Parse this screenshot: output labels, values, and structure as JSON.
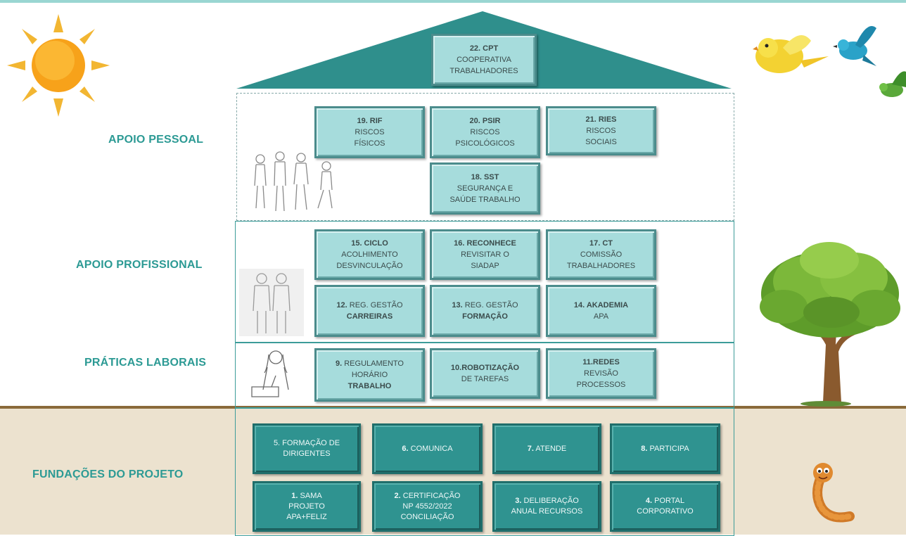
{
  "labels": {
    "apoio_pessoal": "APOIO PESSOAL",
    "apoio_profissional": "APOIO PROFISSIONAL",
    "praticas_laborais": "PRÁTICAS LABORAIS",
    "fundacoes": "FUNDAÇÕES DO PROJETO"
  },
  "roof_box": {
    "num": "22. CPT",
    "l1": "COOPERATIVA",
    "l2": "TRABALHADORES"
  },
  "pessoal": {
    "b19": {
      "num": "19. RIF",
      "l1": "RISCOS",
      "l2": "FÍSICOS"
    },
    "b20": {
      "num": "20. PSIR",
      "l1": "RISCOS",
      "l2": "PSICOLÓGICOS"
    },
    "b21": {
      "num": "21. RIES",
      "l1": "RISCOS",
      "l2": "SOCIAIS"
    },
    "b18": {
      "num": "18. SST",
      "l1": "SEGURANÇA E",
      "l2": "SAÚDE TRABALHO"
    }
  },
  "profissional": {
    "b15": {
      "num": "15. CICLO",
      "l1": "ACOLHIMENTO",
      "l2": "DESVINCULAÇÃO"
    },
    "b16": {
      "num": "16. RECONHECE",
      "l1": "REVISITAR O",
      "l2": "SIADAP"
    },
    "b17": {
      "num": "17. CT",
      "l1": "COMISSÃO",
      "l2": "TRABALHADORES"
    },
    "b12": {
      "num": "12.",
      "l1": "REG. GESTÃO",
      "l2": "CARREIRAS"
    },
    "b13": {
      "num": "13.",
      "l1": "REG. GESTÃO",
      "l2": "FORMAÇÃO"
    },
    "b14": {
      "l1": "14. AKADEMIA",
      "l2": "APA"
    }
  },
  "praticas": {
    "b9": {
      "num": "9.",
      "l1": "REGULAMENTO",
      "l2": "HORÁRIO",
      "l3": "TRABALHO"
    },
    "b10": {
      "l1": "10.ROBOTIZAÇÃO",
      "l2": "DE TAREFAS"
    },
    "b11": {
      "num": "11.REDES",
      "l1": "REVISÃO",
      "l2": "PROCESSOS"
    }
  },
  "fundacoes": {
    "b5": {
      "l1": "5. FORMAÇÃO DE",
      "l2": "DIRIGENTES"
    },
    "b6": {
      "num": "6.",
      "l1": "COMUNICA"
    },
    "b7": {
      "num": "7.",
      "l1": "ATENDE"
    },
    "b8": {
      "num": "8.",
      "l1": "PARTICIPA"
    },
    "b1": {
      "num": "1.",
      "l1": "SAMA",
      "l2": "PROJETO",
      "l3": "APA+FELIZ"
    },
    "b2": {
      "num": "2.",
      "l1": "CERTIFICAÇÃO",
      "l2": "NP 4552/2022",
      "l3": "CONCILIAÇÃO"
    },
    "b3": {
      "num": "3.",
      "l1": "DELIBERAÇÃO",
      "l2": "ANUAL RECURSOS"
    },
    "b4": {
      "num": "4.",
      "l1": "PORTAL",
      "l2": "CORPORATIVO"
    }
  },
  "colors": {
    "teal": "#2f9390",
    "light_teal": "#a6dcdc",
    "label": "#2c9a94",
    "ground": "#ece2cf"
  },
  "icons": [
    "sun-icon",
    "birds-icon",
    "tree-icon",
    "worm-icon",
    "people-sketch-icon",
    "colleagues-sketch-icon",
    "woman-laptop-sketch-icon"
  ]
}
